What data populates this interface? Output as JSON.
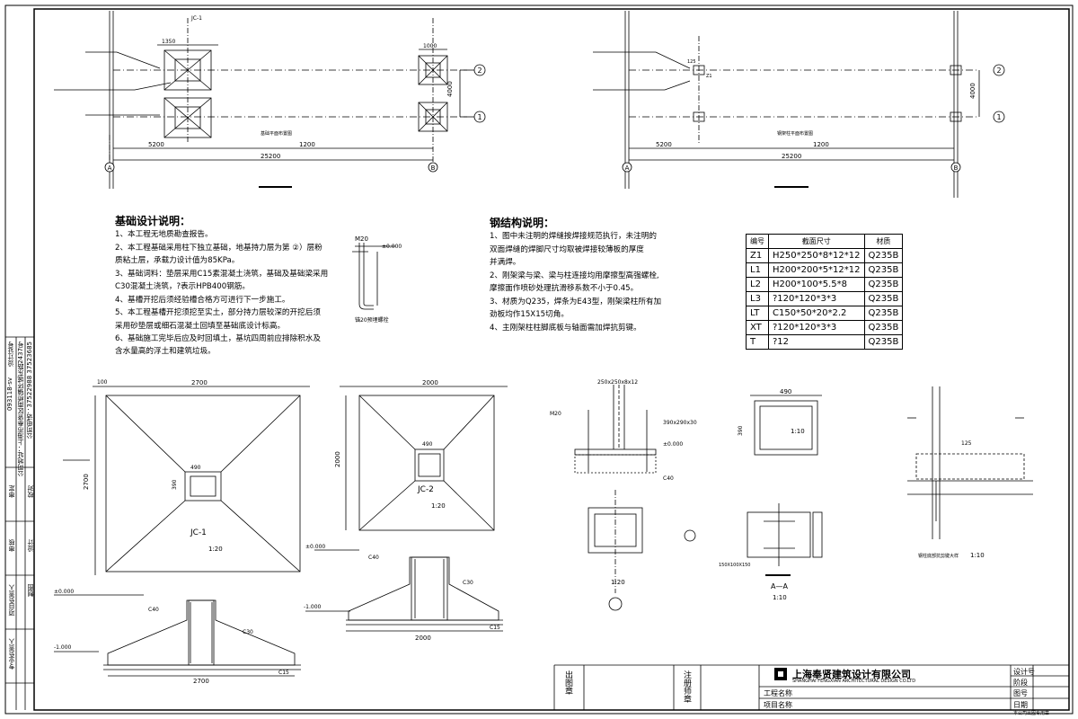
{
  "plans": {
    "foundation_label": "基础平面布置图",
    "steel_label": "钢架柱平面布置图",
    "axes": [
      "A",
      "B",
      "1",
      "2"
    ],
    "dims": {
      "left": "5200",
      "total": "25200",
      "mid": "1200",
      "span": "4000",
      "jc": "1350",
      "jc2": "1000",
      "c125": "125"
    },
    "jc_label": "JC-1",
    "z_label": "Z1"
  },
  "foundation_notes": {
    "title": "基础设计说明：",
    "items": [
      "1、本工程无地质勘查报告。",
      "2、本工程基础采用柱下独立基础，地基持力层为第 ②）层粉",
      "   质粘土层，承载力设计值为85KPa。",
      "3、基础词料：垫层采用C15素混凝土浇筑，基础及基础梁采用",
      "   C30混凝土浇筑，?表示HPB400钢筋。",
      "4、基槽开挖后须经验槽合格方可进行下一步施工。",
      "5、本工程基槽开挖须挖至实土，部分持力层较深的开挖后须",
      "   采用砂垫层或细石混凝土回填至基础底设计标高。",
      "6、基础施工完毕后应及时回填土，基坑四周前应排除积水及",
      "   含水量高的浮土和建筑垃圾。"
    ]
  },
  "steel_notes": {
    "title": "钢结构说明：",
    "items": [
      "1、图中未注明的焊缝按焊接规范执行，未注明的",
      "   双面焊缝的焊脚尺寸均取被焊接较薄板的厚度",
      "   并满焊。",
      "2、刚架梁与梁、梁与柱连接均用摩擦型高强螺栓,",
      "   摩擦面作喷砂处理抗滑移系数不小于0.45。",
      "3、材质为Q235，焊条为E43型，刚架梁柱所有加",
      "   劲板均作15X15切角。",
      "4、主刚架柱柱脚底板与轴面需加焊抗剪键。"
    ]
  },
  "material_table": {
    "headers": [
      "编号",
      "截面尺寸",
      "材质"
    ],
    "rows": [
      [
        "Z1",
        "H250*250*8*12*12",
        "Q235B"
      ],
      [
        "L1",
        "H200*200*5*12*12",
        "Q235B"
      ],
      [
        "L2",
        "H200*100*5.5*8",
        "Q235B"
      ],
      [
        "L3",
        "?120*120*3*3",
        "Q235B"
      ],
      [
        "LT",
        "C150*50*20*2.2",
        "Q235B"
      ],
      [
        "XT",
        "?120*120*3*3",
        "Q235B"
      ],
      [
        "T",
        "?12",
        "Q235B"
      ]
    ]
  },
  "details": {
    "bolt_label": "M20",
    "bolt_name": "锚20预埋螺栓",
    "level_zero": "±0.000",
    "jc1": "JC-1",
    "jc2": "JC-2",
    "scale": "1:20",
    "scale10": "1:10",
    "d2700": "2700",
    "d2000": "2000",
    "d490": "490",
    "d390": "390",
    "d100": "100",
    "level_m1": "-1.000",
    "c40": "C40",
    "c30": "C30",
    "c15": "C15",
    "col_size": "250x250x8x12",
    "plate_size": "390x290x30",
    "sec_aa": "A—A",
    "bolt_sec": "150X100X150",
    "anchor_label": "钢柱底部抗剪键大样"
  },
  "left_strip": {
    "certificate": "设计证号",
    "cert_no": "093118-sv",
    "company_addr": "公司地址：上海市奉贤区南桥镇环城东路2437号",
    "phone": "公司电话：37522988   37523685",
    "roles": [
      "审定",
      "审核",
      "项目负责人",
      "专业负责人",
      "校对",
      "设计",
      "制图"
    ]
  },
  "title_block": {
    "stamp": "出图章",
    "reg": "注册师章",
    "company_cn": "上海奉贤建筑设计有限公司",
    "company_en": "SHANGHAI FENGXIAN ARCHITECTURAL DESIGN CO.LTD",
    "project_name": "工程名称",
    "item_name": "项目名称",
    "design_no": "设计号",
    "stage": "阶段",
    "drawing_no": "图号",
    "date": "日期",
    "footer": "本公司出图专用章"
  }
}
